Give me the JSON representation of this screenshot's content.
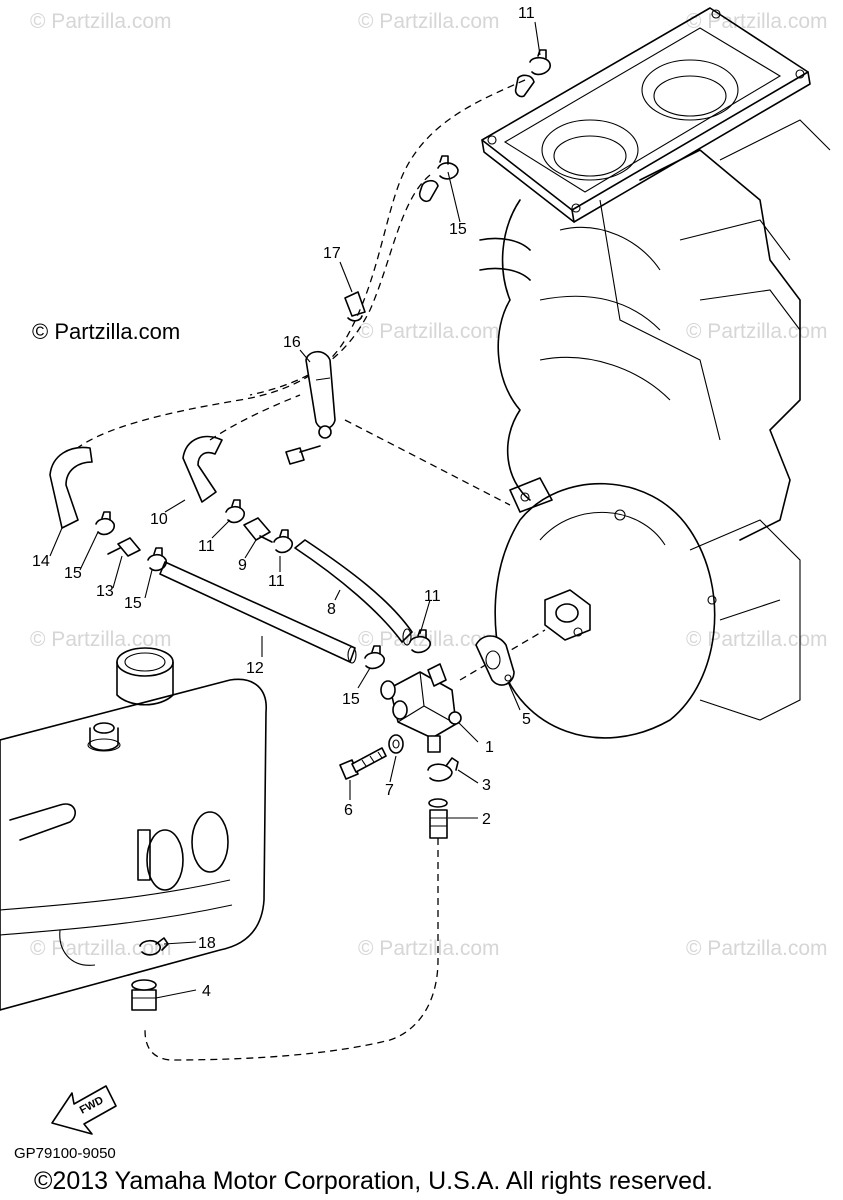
{
  "watermark": "© Partzilla.com",
  "main_watermark": "© Partzilla.com",
  "diagram_code": "GP79100-9050",
  "copyright": "©2013 Yamaha Motor Corporation, U.S.A. All rights reserved.",
  "fwd_label": "FWD",
  "part_labels": {
    "p1": "1",
    "p2": "2",
    "p3": "3",
    "p4": "4",
    "p5": "5",
    "p6": "6",
    "p7": "7",
    "p8": "8",
    "p9": "9",
    "p10": "10",
    "p11a": "11",
    "p11b": "11",
    "p11c": "11",
    "p11d": "11",
    "p12": "12",
    "p13": "13",
    "p14": "14",
    "p15a": "15",
    "p15b": "15",
    "p15c": "15",
    "p15d": "15",
    "p16": "16",
    "p17": "17",
    "p18": "18"
  }
}
